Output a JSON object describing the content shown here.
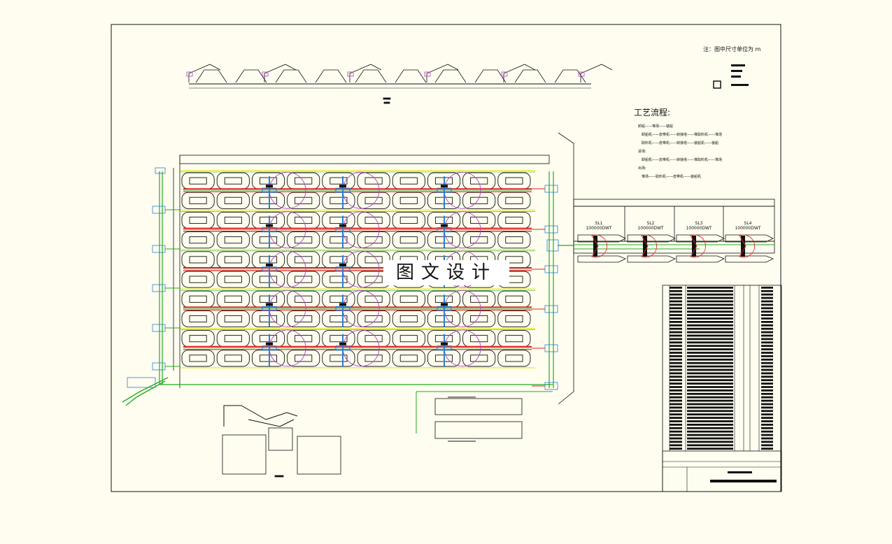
{
  "drawing": {
    "unit_note": "注：图中尺寸单位为 m",
    "process_flow_title": "工艺流程:",
    "process_flow_lines": [
      "卸船——堆场——装船",
      "卸船机——皮带机——转接塔——堆取料机——堆场",
      "取料机——皮带机——转接塔——装船机——装船",
      "进场:",
      "卸船机——皮带机——转接塔——堆取料机——堆场",
      "出场:",
      "堆场——取料机——皮带机——装船机"
    ],
    "watermark": "图文设计",
    "berths": [
      {
        "name": "SL1",
        "capacity": "100000DWT"
      },
      {
        "name": "SL2",
        "capacity": "100000DWT"
      },
      {
        "name": "SL3",
        "capacity": "100000DWT"
      },
      {
        "name": "SL4",
        "capacity": "100000DWT"
      }
    ],
    "colors": {
      "paper": "#fefdf0",
      "line": "#111111",
      "conveyor_red": "#e02020",
      "conveyor_green": "#22aa22",
      "rail_yellow": "#e8e820",
      "machine_blue": "#2a7fd4",
      "swing_purple": "#b040c0"
    }
  }
}
